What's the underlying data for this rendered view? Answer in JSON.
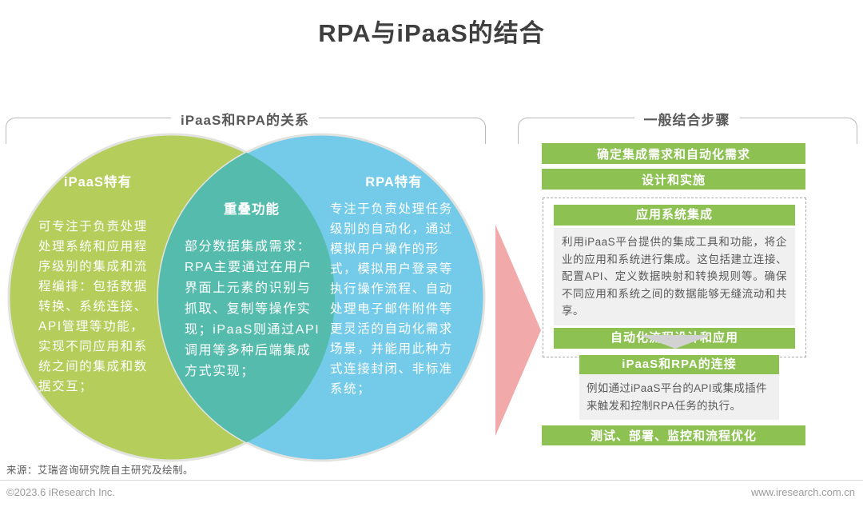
{
  "page": {
    "title": "RPA与iPaaS的结合",
    "source": "来源：艾瑞咨询研究院自主研究及绘制。",
    "footer_left": "©2023.6 iResearch Inc.",
    "footer_right": "www.iresearch.com.cn"
  },
  "venn_section": {
    "header": "iPaaS和RPA的关系",
    "left_circle": {
      "title": "iPaaS特有",
      "body": "可专注于负责处理处理系统和应用程序级别的集成和流程编排：包括数据转换、系统连接、API管理等功能，实现不同应用和系统之间的集成和数据交互；"
    },
    "overlap": {
      "title": "重叠功能",
      "body": "部分数据集成需求：RPA主要通过在用户界面上元素的识别与抓取、复制等操作实现；iPaaS则通过API调用等多种后端集成方式实现；"
    },
    "right_circle": {
      "title": "RPA特有",
      "body": "专注于负责处理任务级别的自动化，通过模拟用户操作的形式，模拟用户登录等执行操作流程、自动处理电子邮件附件等更灵活的自动化需求场景，并能用此种方式连接封闭、非标准系统；"
    }
  },
  "steps_section": {
    "header": "一般结合步骤",
    "step1": "确定集成需求和自动化需求",
    "step2": "设计和实施",
    "dashed_group": {
      "step3": "应用系统集成",
      "step3_detail": "利用iPaaS平台提供的集成工具和功能，将企业的应用和系统进行集成。这包括建立连接、配置API、定义数据映射和转换规则等。确保不同应用和系统之间的数据能够无缝流动和共享。",
      "step4": "自动化流程设计和应用"
    },
    "connect_group": {
      "step5": "iPaaS和RPA的连接",
      "step5_detail": "例如通过iPaaS平台的API或集成插件来触发和控制RPA任务的执行。"
    },
    "step6": "测试、部署、监控和流程优化"
  },
  "icons": {
    "flow_arrow": "right-pointing-triangle",
    "step_chevron": "down-chevron-triangle"
  },
  "colors": {
    "step_green": "#8DC152",
    "circle_green": "#B5CE5B",
    "circle_blue": "#74CBE9",
    "overlap_teal": "#55BCAD",
    "arrow_pink": "#F2A9A9"
  }
}
